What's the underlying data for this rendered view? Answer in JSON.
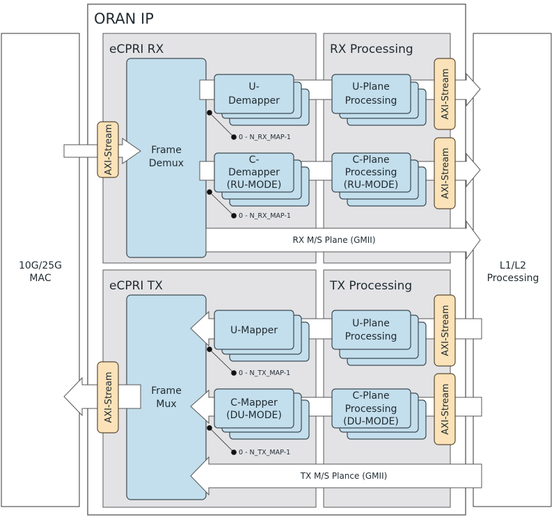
{
  "diagram": {
    "title": "ORAN IP",
    "left_block": {
      "line1": "10G/25G",
      "line2": "MAC"
    },
    "right_block": {
      "line1": "L1/L2",
      "line2": "Processing"
    },
    "ecpri_rx": {
      "label": "eCPRI RX",
      "frame": {
        "line1": "Frame",
        "line2": "Demux"
      },
      "u_block": {
        "line1": "U-",
        "line2": "Demapper",
        "line3": ""
      },
      "c_block": {
        "line1": "C-",
        "line2": "Demapper",
        "line3": "(RU-MODE)"
      },
      "u_range": "0 - N_RX_MAP-1",
      "c_range": "0 - N_RX_MAP-1"
    },
    "rx_processing": {
      "label": "RX Processing",
      "u_block": {
        "line1": "U-Plane",
        "line2": "Processing"
      },
      "c_block": {
        "line1": "C-Plane",
        "line2": "Processing",
        "line3": "(RU-MODE)"
      }
    },
    "ecpri_tx": {
      "label": "eCPRI TX",
      "frame": {
        "line1": "Frame",
        "line2": "Mux"
      },
      "u_block": {
        "line1": "U-Mapper"
      },
      "c_block": {
        "line1": "C-Mapper",
        "line2": "(DU-MODE)"
      },
      "u_range": "0 - N_TX_MAP-1",
      "c_range": "0 - N_TX_MAP-1"
    },
    "tx_processing": {
      "label": "TX Processing",
      "u_block": {
        "line1": "U-Plane",
        "line2": "Processing"
      },
      "c_block": {
        "line1": "C-Plane",
        "line2": "Processing",
        "line3": "(DU-MODE)"
      }
    },
    "axi_label": "AXI-Stream",
    "rx_bus": "RX M/S Plane (GMII)",
    "tx_bus": "TX M/S Plance (GMII)",
    "colors": {
      "section_fill": "#e3e3e6",
      "block_fill": "#c3deec",
      "axi_fill": "#fbe2b8",
      "stroke": "#4a4a4a"
    }
  }
}
